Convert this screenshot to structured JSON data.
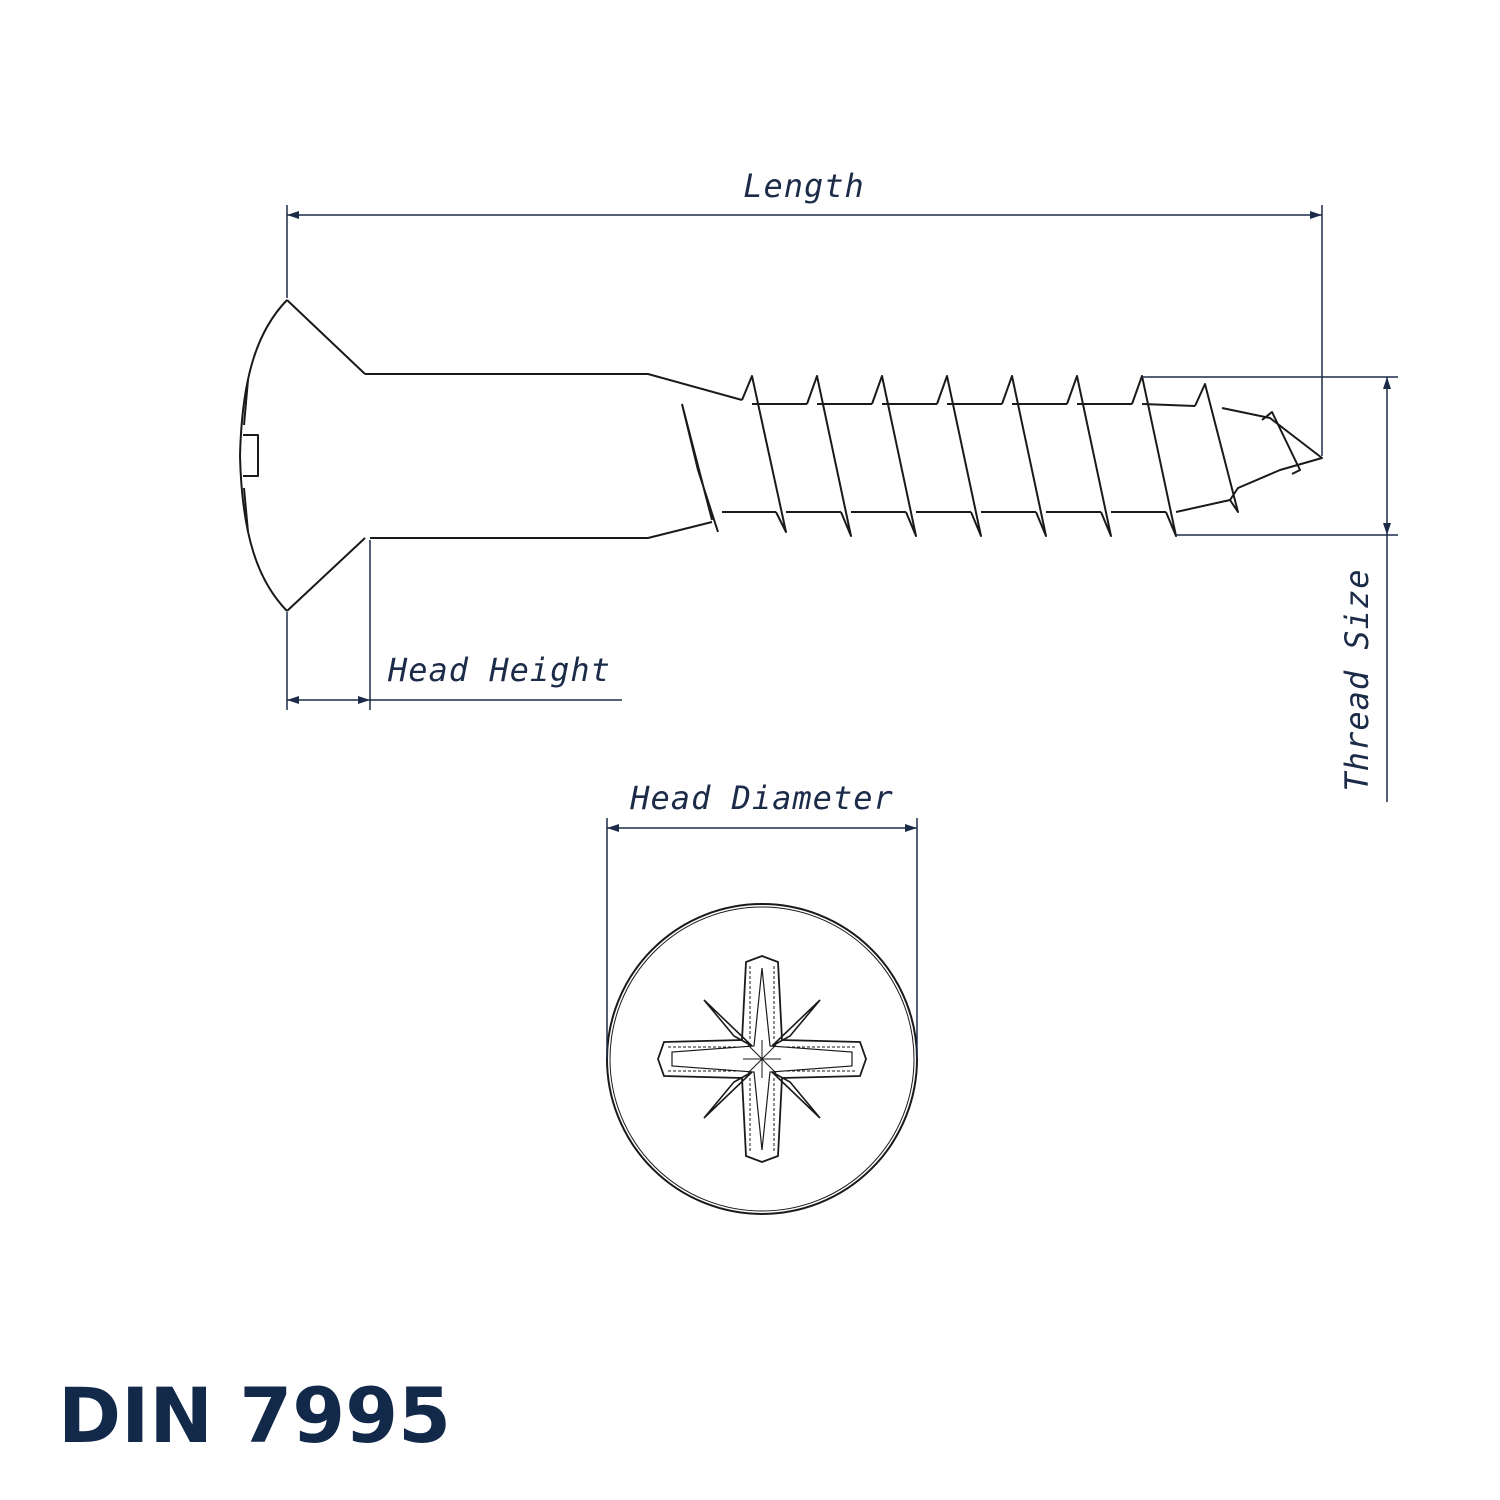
{
  "title": "DIN 7995",
  "dimensions": {
    "length": "Length",
    "head_height": "Head Height",
    "thread_size": "Thread Size",
    "head_diameter": "Head Diameter"
  },
  "colors": {
    "drawing": "#1a1a1a",
    "dimension": "#1b2b48",
    "title": "#12294a"
  }
}
